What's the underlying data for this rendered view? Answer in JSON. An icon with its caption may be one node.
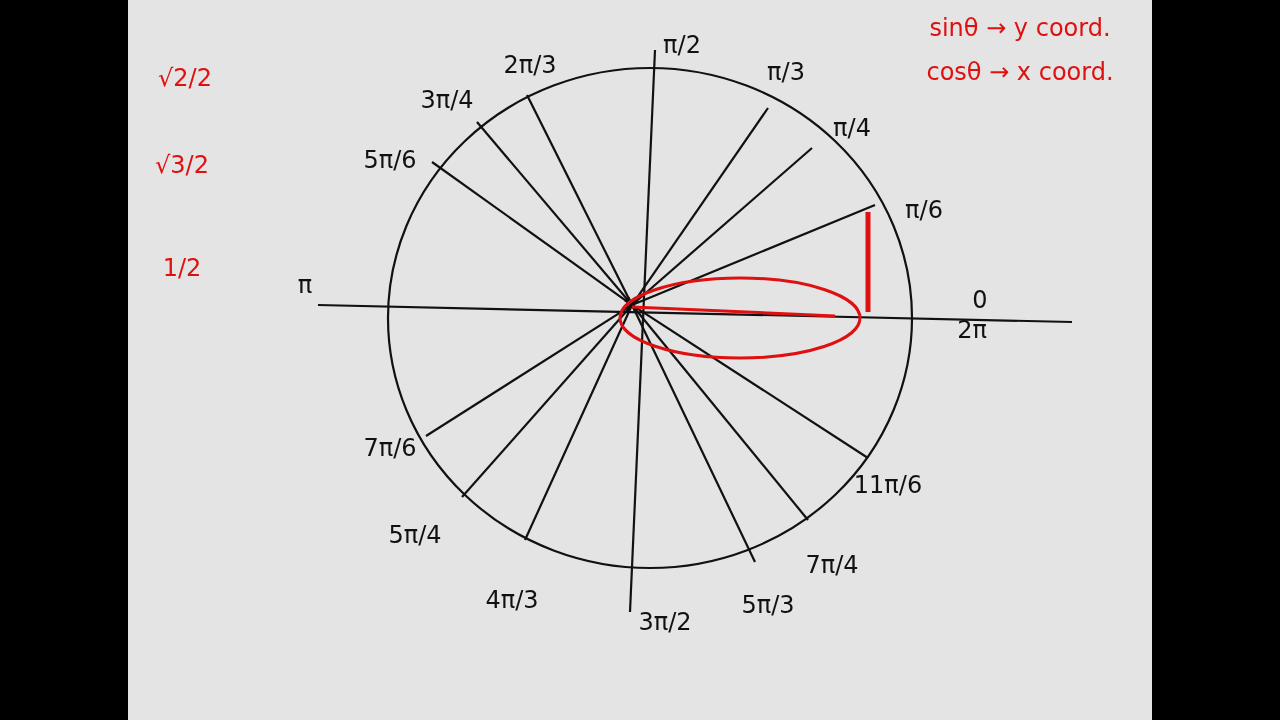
{
  "diagram": {
    "labels": [
      "π/2",
      "π/3",
      "π/4",
      "π/6",
      "0",
      "2π",
      "11π/6",
      "7π/4",
      "5π/3",
      "3π/2",
      "4π/3",
      "5π/4",
      "7π/6",
      "π",
      "5π/6",
      "3π/4",
      "2π/3",
      "√2/2",
      "√3/2",
      "1/2",
      "sinθ → y coord.",
      "cosθ → x coord."
    ]
  }
}
